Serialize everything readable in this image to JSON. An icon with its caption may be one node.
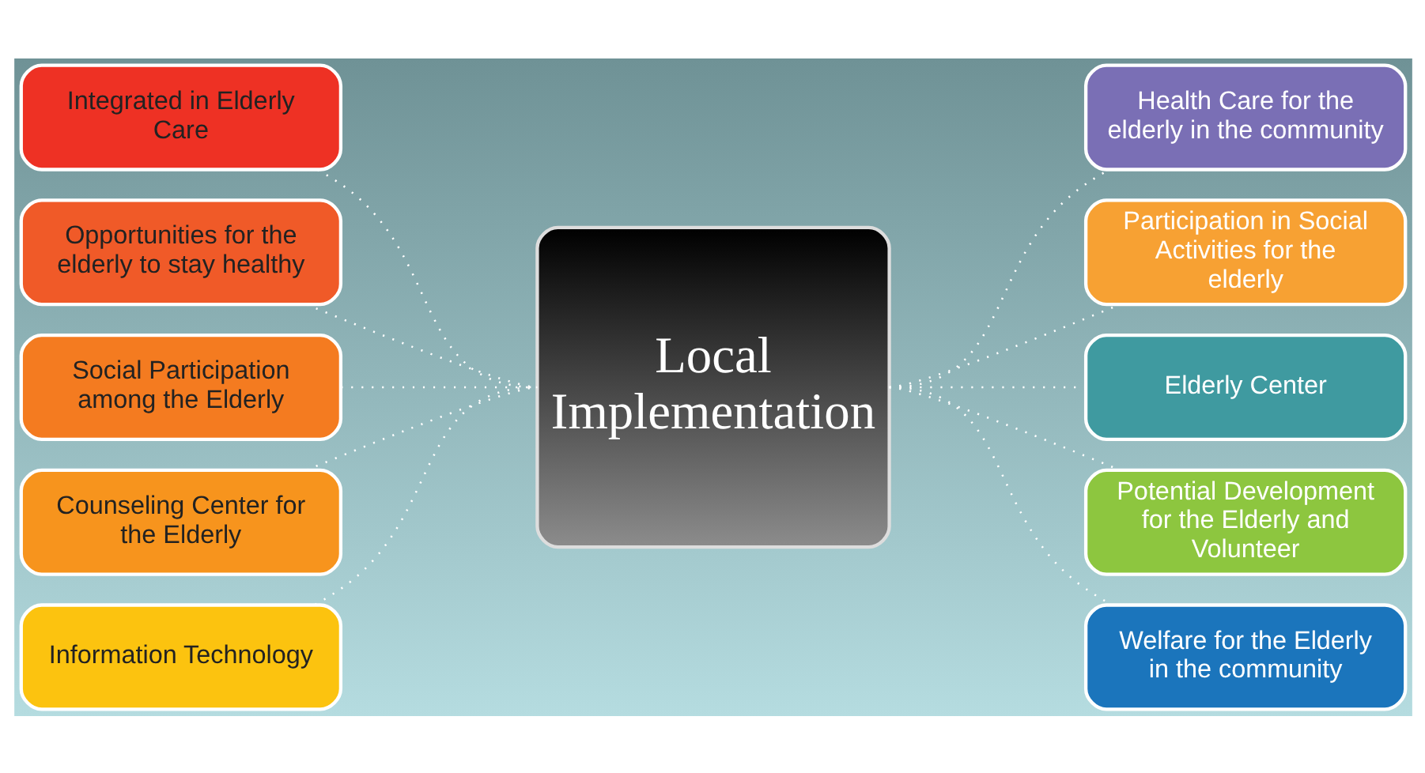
{
  "diagram": {
    "nodes": [
      {
        "text": [
          "Local Implementation"
        ]
      },
      {
        "text": [
          "Integrated in Elderly Care"
        ]
      },
      {
        "text": [
          "Opportunities for the elderly to stay healthy"
        ]
      },
      {
        "text": [
          "Social Participation among the Elderly"
        ]
      },
      {
        "text": [
          "Counseling Center for the Elderly"
        ]
      },
      {
        "text": [
          "Information Technology"
        ]
      },
      {
        "text": [
          "Health Care for the elderly in the community"
        ]
      },
      {
        "text": [
          "Participation in Social Activities for the elderly"
        ]
      },
      {
        "text": [
          "Elderly Center"
        ]
      },
      {
        "text": [
          "Potential Development for the Elderly and Volunteer"
        ]
      },
      {
        "text": [
          "Welfare for the Elderly in the community"
        ]
      }
    ],
    "edges": [
      {
        "from": 1,
        "to": 0,
        "arrow": "none"
      },
      {
        "from": 2,
        "to": 0,
        "arrow": "none"
      },
      {
        "from": 3,
        "to": 0,
        "arrow": "none"
      },
      {
        "from": 4,
        "to": 0,
        "arrow": "none"
      },
      {
        "from": 5,
        "to": 0,
        "arrow": "none"
      },
      {
        "from": 0,
        "to": 6,
        "arrow": "none"
      },
      {
        "from": 0,
        "to": 7,
        "arrow": "none"
      },
      {
        "from": 0,
        "to": 8,
        "arrow": "none"
      },
      {
        "from": 0,
        "to": 9,
        "arrow": "none"
      },
      {
        "from": 0,
        "to": 10,
        "arrow": "none"
      }
    ]
  }
}
